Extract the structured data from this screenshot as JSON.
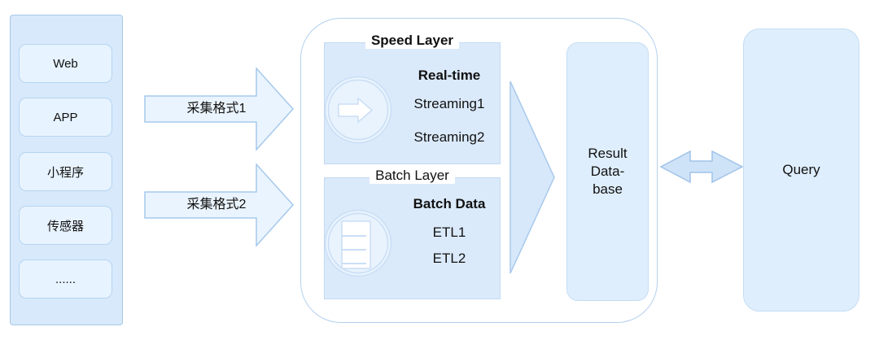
{
  "diagram_title": "lambda-architecture-data-pipeline",
  "sources": {
    "items": [
      "Web",
      "APP",
      "小程序",
      "传感器",
      "......"
    ]
  },
  "collect_arrows": [
    {
      "label": "采集格式1"
    },
    {
      "label": "采集格式2"
    }
  ],
  "speed_layer": {
    "title": "Speed Layer",
    "heading": "Real-time",
    "items": [
      "Streaming1",
      "Streaming2"
    ],
    "icon": "arrow-right-circle-icon"
  },
  "batch_layer": {
    "title": "Batch Layer",
    "heading": "Batch Data",
    "items": [
      "ETL1",
      "ETL2"
    ],
    "icon": "table-list-circle-icon"
  },
  "result_database": {
    "lines": [
      "Result",
      "Data-",
      "base"
    ]
  },
  "query": {
    "label": "Query"
  },
  "colors": {
    "panel_fill": "#d7e9fb",
    "panel_border": "#a9c7e6",
    "item_fill": "#e7f3fe",
    "item_border": "#b6d5f2",
    "collect_arrow_fill": "#eaf4fe",
    "collect_arrow_border": "#a6c9ec",
    "container_border": "#b3d0ee",
    "layer_box_fill": "#dbeafb",
    "layer_box_border": "#c2d9f3",
    "icon_ring": "#c9def6",
    "icon_fill": "#e9f3fd",
    "big_arrow_fill": "#d7e8fb",
    "big_arrow_border": "#a8c9ec",
    "double_arrow_fill": "#cfe3f8",
    "double_arrow_border": "#9fc3e8",
    "round_box_fill": "#dfeefc",
    "round_box_border": "#c6ddf4",
    "text": "#111111"
  }
}
